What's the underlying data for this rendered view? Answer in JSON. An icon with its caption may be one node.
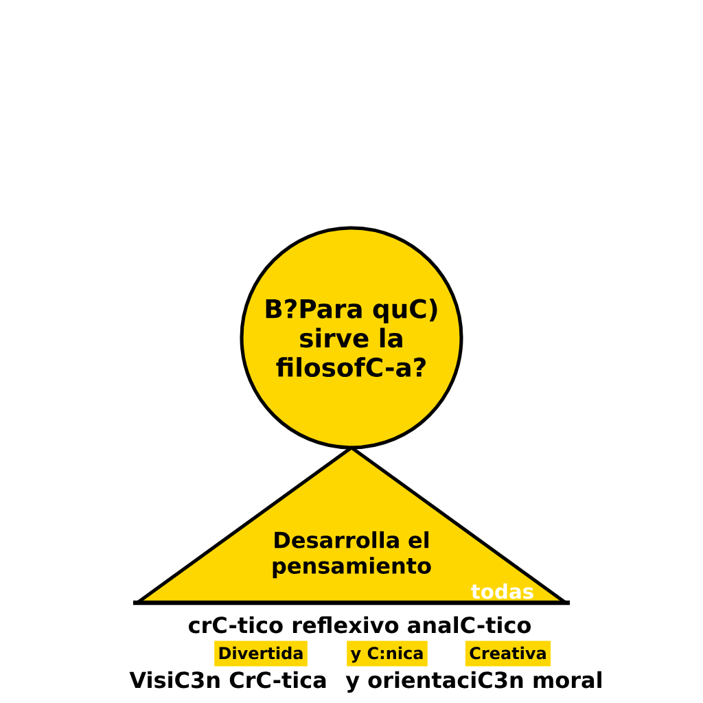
{
  "diagram": {
    "nodes": [
      {
        "text": [
          "B?Para quC) sirve la filosofC-a?"
        ]
      },
      {
        "text": [
          "Desarrolla el pensamiento"
        ]
      },
      {
        "text": [
          "Divertida"
        ]
      },
      {
        "text": [
          "y C:nica"
        ]
      },
      {
        "text": [
          "Creativa"
        ]
      }
    ],
    "labels": [
      "todas",
      "crC-tico reflexivo analC-tico",
      "VisiC3n CrC-tica",
      "y orientaciC3n moral"
    ]
  }
}
